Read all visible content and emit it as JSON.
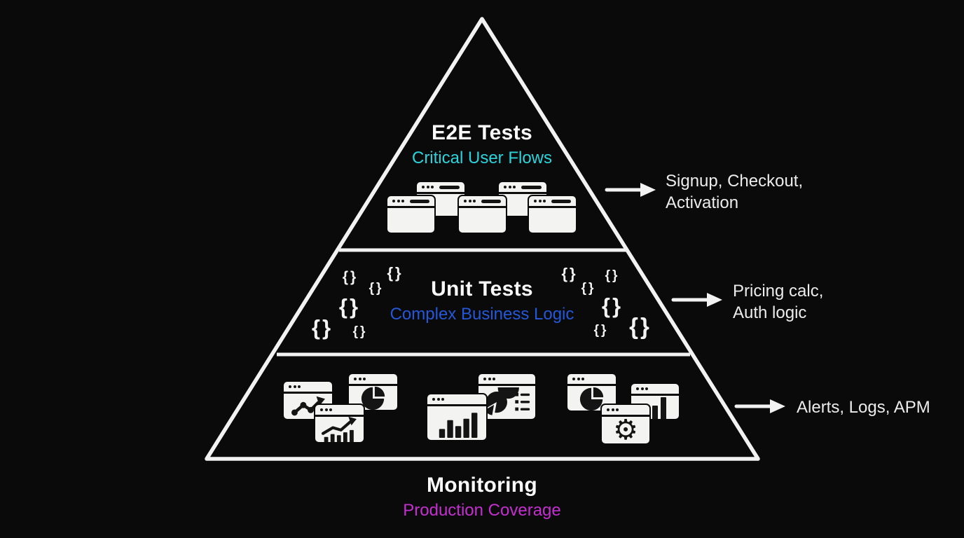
{
  "colors": {
    "background": "#0a0a0a",
    "line": "#f2f2f2",
    "text": "#fafafa",
    "cyan": "#2bd4dc",
    "blue": "#2457da",
    "magenta": "#c52ed1"
  },
  "icons": {
    "gear_glyph": "⚙"
  },
  "tiers": [
    {
      "id": "e2e",
      "title": "E2E Tests",
      "subtitle": "Critical User Flows",
      "annotation_lines": [
        "Signup, Checkout,",
        "Activation"
      ]
    },
    {
      "id": "unit",
      "title": "Unit Tests",
      "subtitle": "Complex Business Logic",
      "brace_glyph": "{}",
      "annotation_lines": [
        "Pricing calc,",
        "Auth logic"
      ]
    },
    {
      "id": "monitoring",
      "title": "Monitoring",
      "subtitle": "Production Coverage",
      "annotation_lines": [
        "Alerts, Logs, APM"
      ]
    }
  ]
}
